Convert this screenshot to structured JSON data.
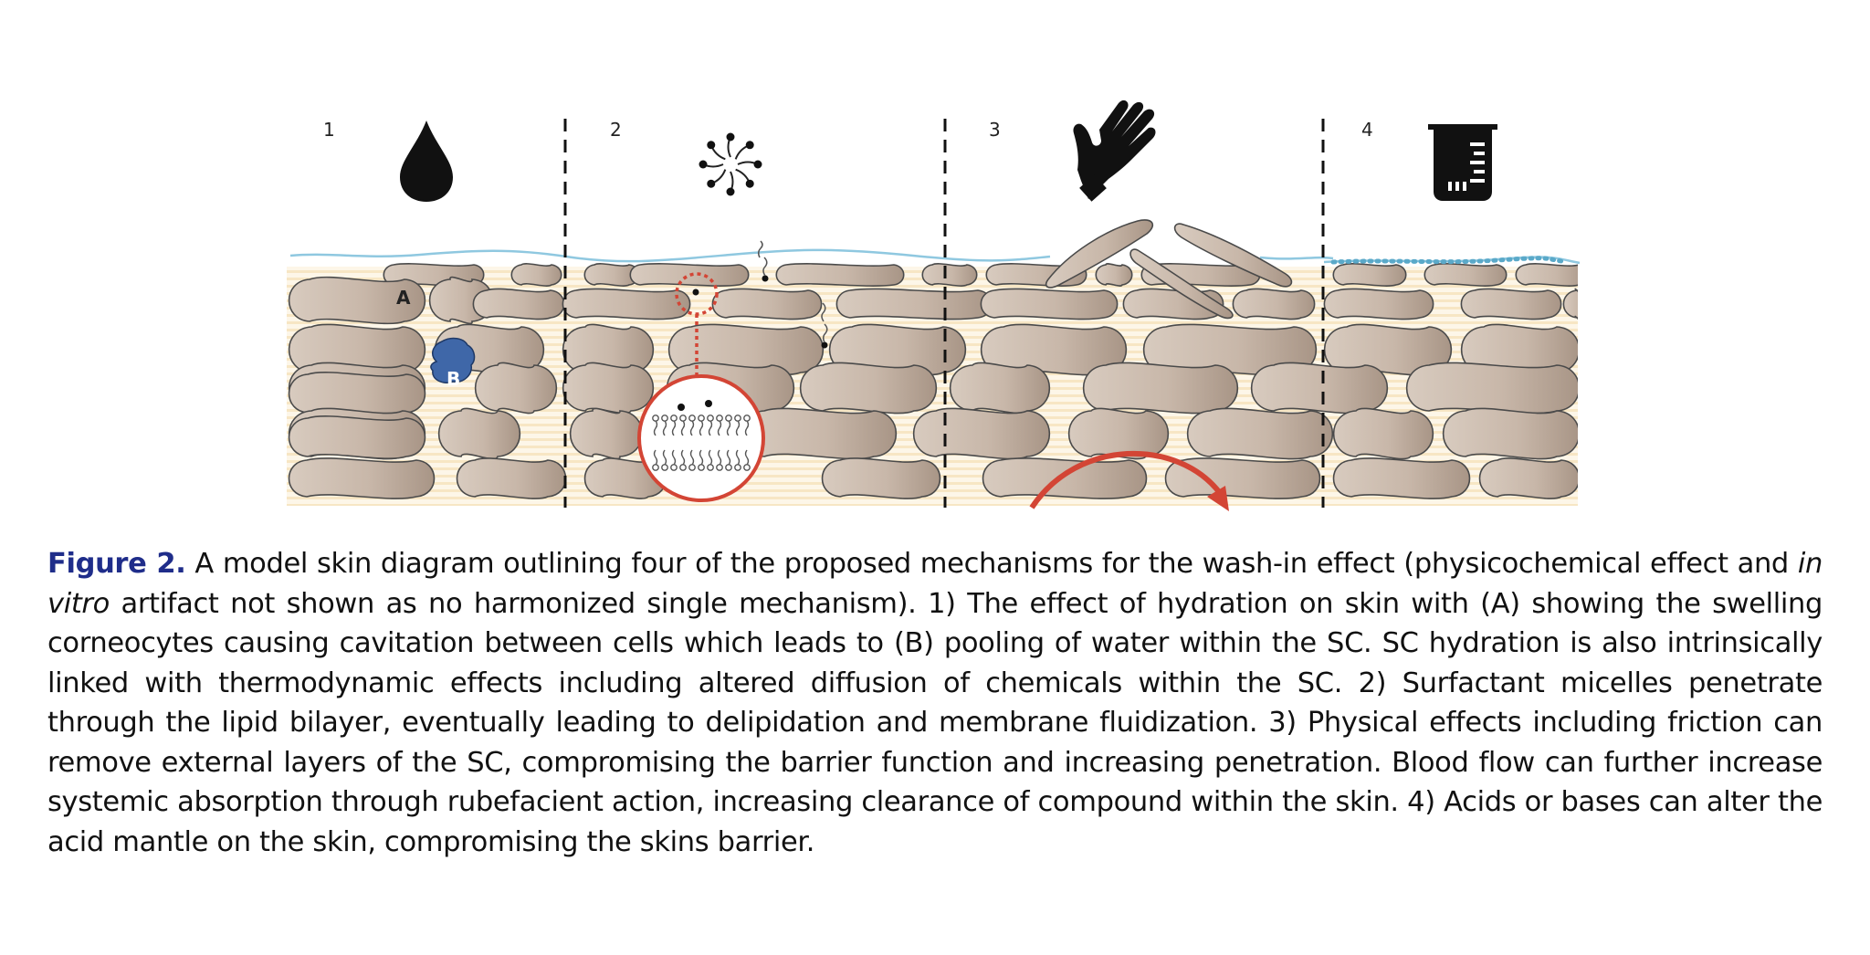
{
  "figure": {
    "panels": [
      {
        "number": "1",
        "icon": "water-drop-icon"
      },
      {
        "number": "2",
        "icon": "micelle-icon"
      },
      {
        "number": "3",
        "icon": "hand-icon"
      },
      {
        "number": "4",
        "icon": "beaker-icon"
      }
    ],
    "markers": {
      "a": "A",
      "b": "B"
    },
    "colors": {
      "corneocyte": "#c6b6a9",
      "cell_outline": "#4a4a4a",
      "water_line": "#8fc8e0",
      "lipid_matrix": "#fbefd6",
      "pool_blue": "#3f67a8",
      "zoom_red": "#d34535",
      "acid_dots": "#5aa9c9"
    }
  },
  "caption": {
    "label": "Figure 2.",
    "text_1": " A model skin diagram outlining four of the proposed mechanisms for the wash-in effect (physicochemical effect and ",
    "italic": "in vitro",
    "text_2": " artifact not shown as no harmonized single mechanism). 1) The effect of hydration on skin with (A) showing the swelling corneocytes causing cavitation between cells which leads to (B) pooling of water within the SC. SC hydration is also intrinsically linked with thermodynamic effects including altered diffusion of chemicals within the SC. 2) Surfactant micelles penetrate through the lipid bilayer, eventually leading to delipidation and membrane fluidization. 3) Physical effects including friction can remove external layers of the SC, compromising the barrier function and increasing penetration. Blood flow can further increase systemic absorption through rubefacient action, increasing clearance of compound within the skin. 4) Acids or bases can alter the acid mantle on the skin, compromising the skins barrier."
  }
}
